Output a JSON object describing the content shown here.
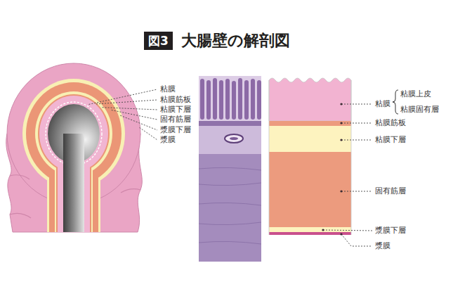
{
  "diagram": {
    "title": "大腸壁の解剖図",
    "nodes": [
      {
        "text": [
          "図3"
        ]
      }
    ],
    "labels": [
      "粘膜",
      "粘膜筋板",
      "粘膜下層",
      "固有筋層",
      "漿膜下層",
      "漿膜",
      "粘膜",
      "粘膜上皮",
      "粘膜固有層",
      "粘膜筋板",
      "粘膜下層",
      "固有筋層",
      "漿膜下層",
      "漿膜"
    ]
  }
}
